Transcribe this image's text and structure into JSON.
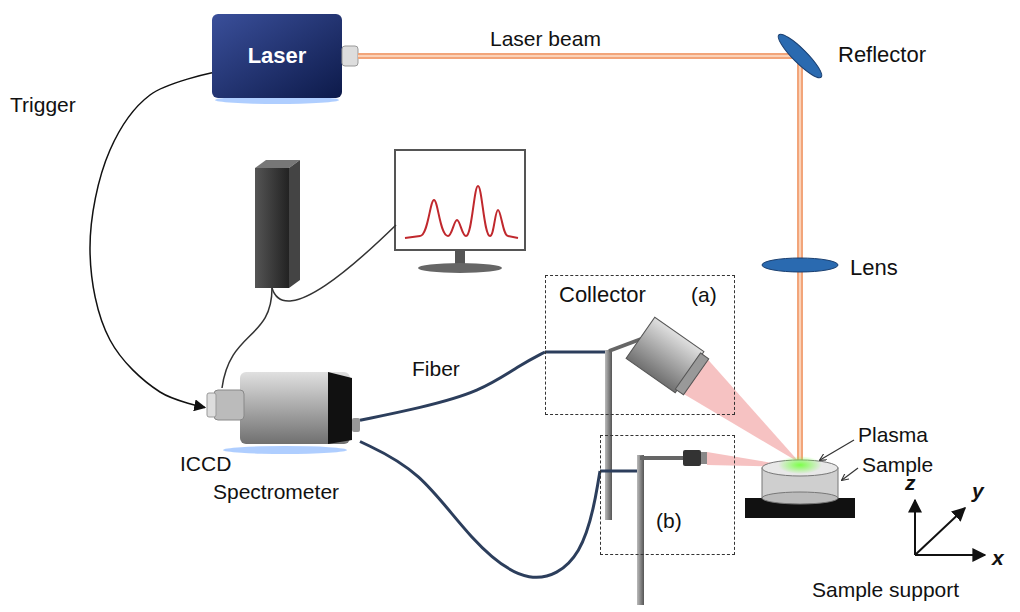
{
  "diagram": {
    "nodes": [
      {
        "text": [
          "Laser"
        ]
      },
      {
        "text": [
          "ICCD",
          "Spectrometer"
        ]
      },
      {
        "text": [
          "Collector",
          "(a)"
        ]
      },
      {
        "text": [
          "(b)"
        ]
      }
    ],
    "edges": [
      {
        "from": 0,
        "to": 1,
        "arrow": "to",
        "label": "Trigger"
      },
      {
        "from": 1,
        "to": 2,
        "arrow": "none",
        "label": "Fiber"
      },
      {
        "from": 1,
        "to": 3,
        "arrow": "none"
      }
    ],
    "labels": [
      "Laser beam",
      "Reflector",
      "Lens",
      "Plasma",
      "Sample",
      "Sample support",
      "z",
      "y",
      "x"
    ]
  }
}
